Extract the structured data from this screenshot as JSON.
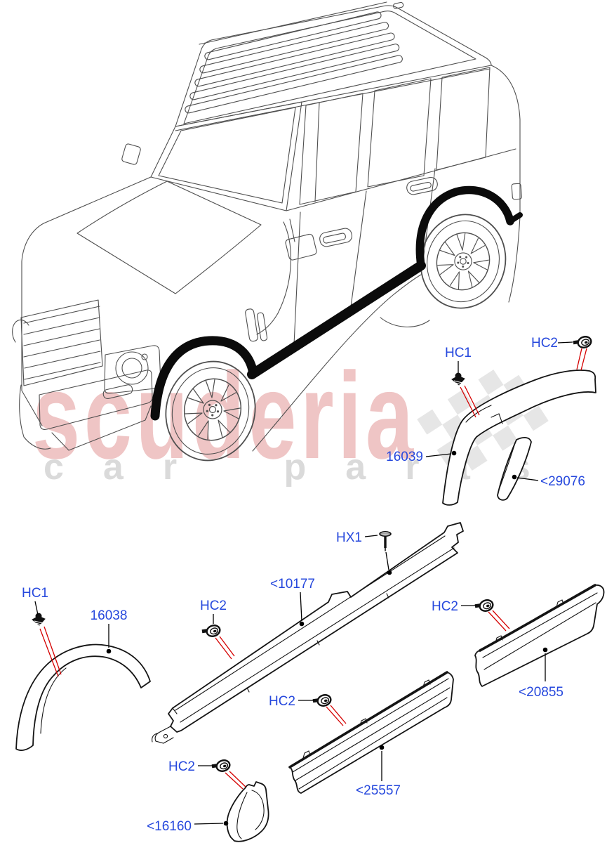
{
  "watermark": {
    "brand": "scuderia",
    "tagline": "car parts",
    "brand_color": "#efc5c5",
    "tagline_color": "#dadada"
  },
  "colors": {
    "label_blue": "#2648dd",
    "leader_black": "#000000",
    "pointer_red": "#d40000",
    "line_art_gray": "#4f4f4f",
    "part_outline": "#141414",
    "molding_highlight": "#0b0b0b",
    "flag_gray": "#e6e6e6"
  },
  "callouts": {
    "hc1_upper": "HC1",
    "hc2_upper": "HC2",
    "part_16039": "16039",
    "part_29076": "<29076",
    "hx1": "HX1",
    "part_10177": "<10177",
    "hc2_sill_left": "HC2",
    "hc2_right": "HC2",
    "hc1_lower": "HC1",
    "part_16038": "16038",
    "hc2_mid": "HC2",
    "part_25557": "<25557",
    "hc2_lower_left": "HC2",
    "part_16160": "<16160",
    "part_20855": "<20855"
  }
}
